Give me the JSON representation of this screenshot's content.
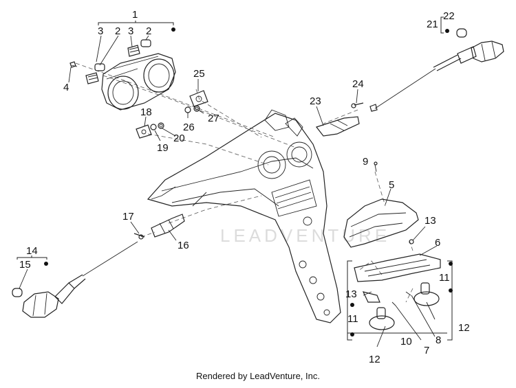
{
  "watermark": "LEADVENTURE",
  "footer": "Rendered by LeadVenture, Inc.",
  "callouts": {
    "c1": "1",
    "c2a": "2",
    "c2b": "2",
    "c3a": "3",
    "c3b": "3",
    "c4": "4",
    "c5": "5",
    "c6": "6",
    "c7": "7",
    "c8": "8",
    "c9": "9",
    "c10": "10",
    "c11a": "11",
    "c11b": "11",
    "c12a": "12",
    "c12b": "12",
    "c13a": "13",
    "c13b": "13",
    "c14": "14",
    "c15": "15",
    "c16": "16",
    "c17": "17",
    "c18": "18",
    "c19": "19",
    "c20": "20",
    "c21": "21",
    "c22": "22",
    "c23": "23",
    "c24": "24",
    "c25": "25",
    "c26": "26",
    "c27": "27"
  }
}
